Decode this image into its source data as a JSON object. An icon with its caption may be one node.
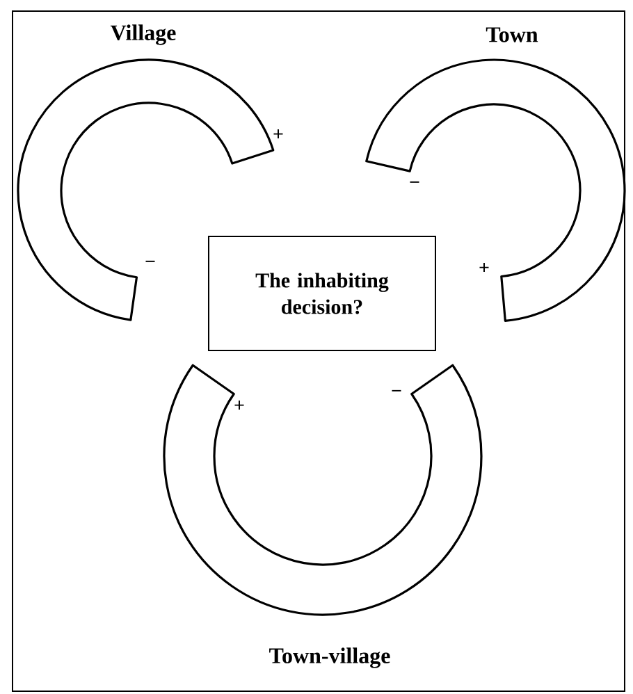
{
  "diagram": {
    "nodes": [
      {
        "text": [
          "Village"
        ]
      },
      {
        "text": [
          "Town"
        ]
      },
      {
        "text": [
          "The inhabiting decision?"
        ]
      },
      {
        "text": [
          "Town-village"
        ]
      }
    ],
    "labels": [
      "+",
      "−",
      "−",
      "+",
      "+",
      "−"
    ]
  }
}
